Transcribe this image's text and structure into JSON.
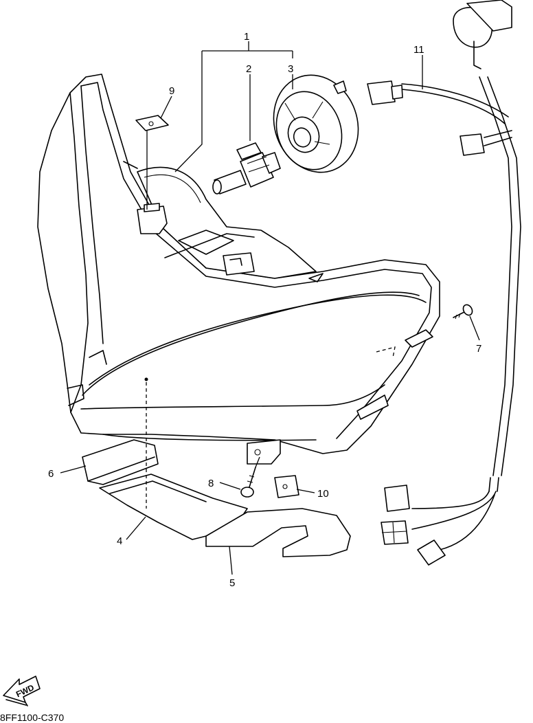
{
  "diagram_code": "8FF1100-C370",
  "fwd_label": "FWD",
  "callouts": [
    {
      "id": "1",
      "label": "1"
    },
    {
      "id": "2",
      "label": "2"
    },
    {
      "id": "3",
      "label": "3"
    },
    {
      "id": "4",
      "label": "4"
    },
    {
      "id": "5",
      "label": "5"
    },
    {
      "id": "6",
      "label": "6"
    },
    {
      "id": "7",
      "label": "7"
    },
    {
      "id": "8",
      "label": "8"
    },
    {
      "id": "9",
      "label": "9"
    },
    {
      "id": "10",
      "label": "10"
    },
    {
      "id": "11",
      "label": "11"
    }
  ]
}
